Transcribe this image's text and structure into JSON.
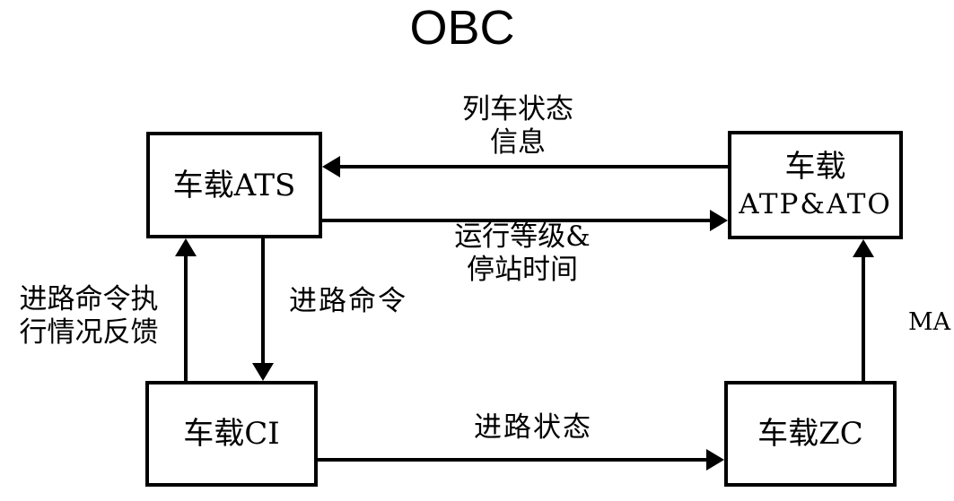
{
  "title": "OBC",
  "colors": {
    "line": "#000000",
    "background": "#ffffff",
    "text": "#000000"
  },
  "nodes": {
    "ats": {
      "label": "车载ATS"
    },
    "atp_ato": {
      "line1": "车载",
      "line2": "ATP&ATO"
    },
    "ci": {
      "label": "车载CI"
    },
    "zc": {
      "label": "车载ZC"
    }
  },
  "edges": {
    "train_status": {
      "line1": "列车状态",
      "line2": "信息",
      "direction": "车载ATP&ATO → 车载ATS"
    },
    "run_level": {
      "line1": "运行等级&",
      "line2": "停站时间",
      "direction": "车载ATS → 车载ATP&ATO"
    },
    "route_cmd_feedback": {
      "line1": "进路命令执",
      "line2": "行情况反馈",
      "direction": "车载CI → 车载ATS"
    },
    "route_cmd": {
      "label": "进路命令",
      "direction": "车载ATS → 车载CI"
    },
    "route_status": {
      "label": "进路状态",
      "direction": "车载CI → 车载ZC"
    },
    "ma": {
      "label": "MA",
      "direction": "车载ZC → 车载ATP&ATO"
    }
  }
}
